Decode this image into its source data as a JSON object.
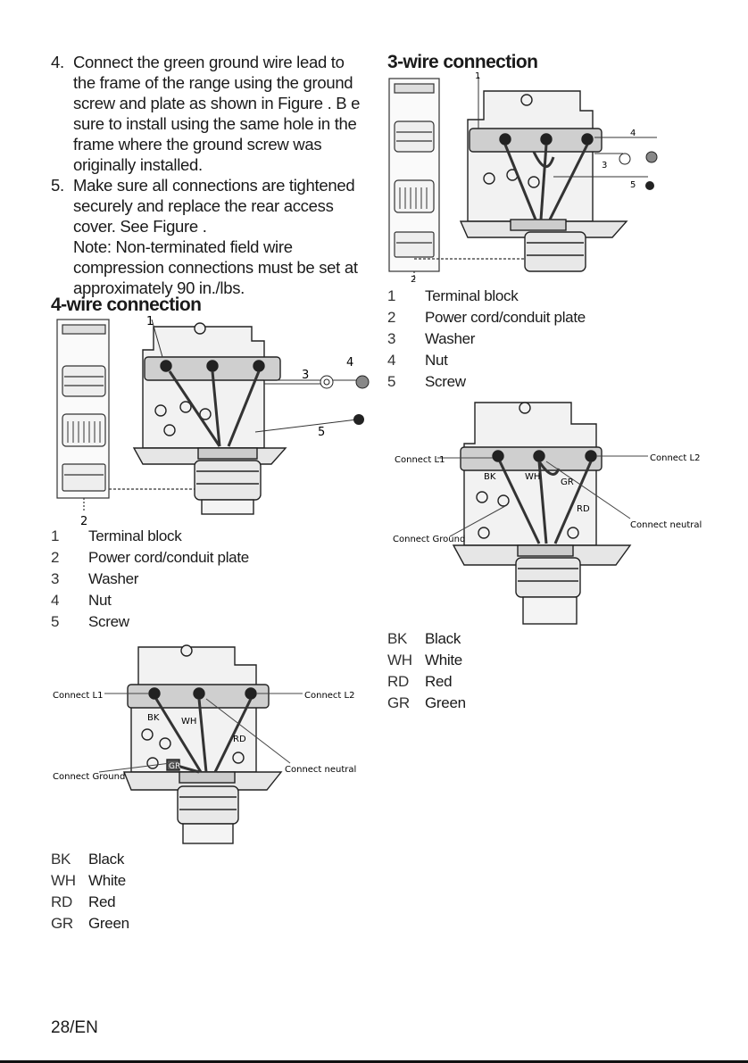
{
  "steps": [
    {
      "num": "4.",
      "text": "Connect the green ground wire lead to the frame of the range using the ground screw and plate as shown in Figure . B e sure to install using the same hole in the frame where the ground screw was originally installed."
    },
    {
      "num": "5.",
      "text": "Make sure all connections are tightened securely and replace the rear access cover. See Figure ."
    },
    {
      "num": "",
      "text": "Note: Non-terminated field wire compression connections must be set at approximately 90 in./lbs."
    }
  ],
  "section_4wire": {
    "title": "4-wire connection",
    "figure_callouts": [
      "1",
      "2",
      "3",
      "4",
      "5"
    ],
    "parts_legend": [
      {
        "key": "1",
        "label": "Terminal block"
      },
      {
        "key": "2",
        "label": "Power cord/conduit plate"
      },
      {
        "key": "3",
        "label": "Washer"
      },
      {
        "key": "4",
        "label": "Nut"
      },
      {
        "key": "5",
        "label": "Screw"
      }
    ],
    "wiring_labels": {
      "connect_l1": "Connect L1",
      "connect_l2": "Connect L2",
      "connect_neutral": "Connect neutral",
      "connect_ground": "Connect Ground",
      "bk": "BK",
      "wh": "WH",
      "rd": "RD",
      "gr": "GR"
    },
    "color_legend": [
      {
        "key": "BK",
        "label": "Black"
      },
      {
        "key": "WH",
        "label": "White"
      },
      {
        "key": "RD",
        "label": "Red"
      },
      {
        "key": "GR",
        "label": "Green"
      }
    ]
  },
  "section_3wire": {
    "title": "3-wire connection",
    "figure_callouts": [
      "1",
      "2",
      "3",
      "4",
      "5"
    ],
    "parts_legend": [
      {
        "key": "1",
        "label": "Terminal block"
      },
      {
        "key": "2",
        "label": "Power cord/conduit plate"
      },
      {
        "key": "3",
        "label": "Washer"
      },
      {
        "key": "4",
        "label": "Nut"
      },
      {
        "key": "5",
        "label": "Screw"
      }
    ],
    "wiring_labels": {
      "connect_l1": "Connect L1",
      "connect_l2": "Connect L2",
      "connect_neutral": "Connect neutral",
      "connect_ground": "Connect Ground",
      "bk": "BK",
      "wh": "WH",
      "rd": "RD",
      "gr": "GR"
    },
    "color_legend": [
      {
        "key": "BK",
        "label": "Black"
      },
      {
        "key": "WH",
        "label": "White"
      },
      {
        "key": "RD",
        "label": "Red"
      },
      {
        "key": "GR",
        "label": "Green"
      }
    ]
  },
  "footer": {
    "page": "28/EN"
  }
}
